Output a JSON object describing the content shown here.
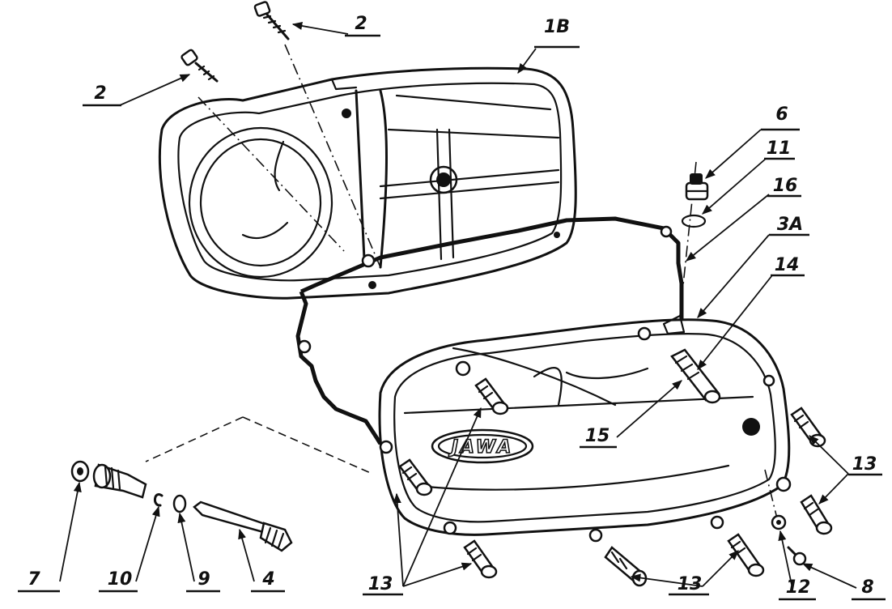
{
  "callouts": {
    "c2a": "2",
    "c2b": "2",
    "c1b": "1B",
    "c6": "6",
    "c11": "11",
    "c16": "16",
    "c3a": "3A",
    "c14": "14",
    "c15": "15",
    "c13_right": "13",
    "c13_bottom_left": "13",
    "c13_bottom_mid": "13",
    "c7": "7",
    "c10": "10",
    "c9": "9",
    "c4": "4",
    "c12": "12",
    "c8": "8"
  },
  "logo_text": "JAWA"
}
